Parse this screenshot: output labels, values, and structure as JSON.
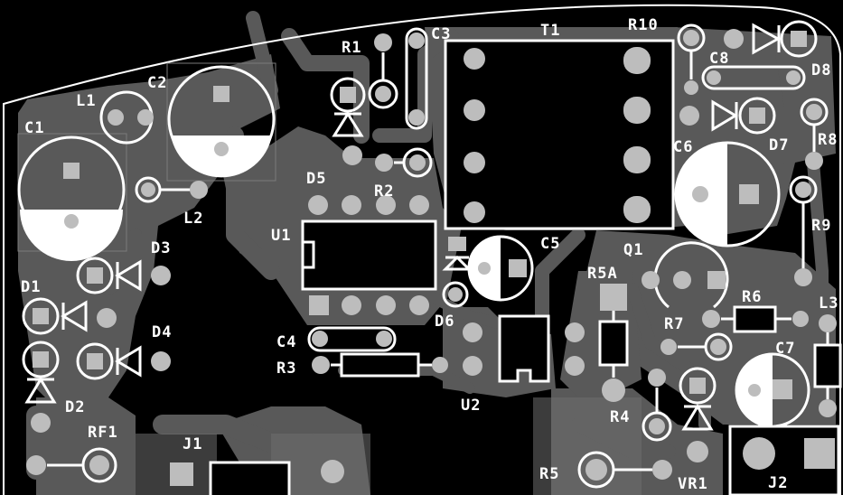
{
  "colors": {
    "background": "#000000",
    "copper": "#595959",
    "copper_light": "#6e6e6e",
    "keepout": "#7a7a7a",
    "silkscreen": "#ffffff",
    "pad": "#bdbdbd"
  },
  "designators": {
    "C1": "C1",
    "C2": "C2",
    "C3": "C3",
    "C4": "C4",
    "C5": "C5",
    "C6": "C6",
    "C7": "C7",
    "C8": "C8",
    "L1": "L1",
    "L2": "L2",
    "L3": "L3",
    "D1": "D1",
    "D2": "D2",
    "D3": "D3",
    "D4": "D4",
    "D5": "D5",
    "D6": "D6",
    "D7": "D7",
    "D8": "D8",
    "R1": "R1",
    "R2": "R2",
    "R3": "R3",
    "R4": "R4",
    "R5": "R5",
    "R5A": "R5A",
    "R6": "R6",
    "R7": "R7",
    "R8": "R8",
    "R9": "R9",
    "R10": "R10",
    "T1": "T1",
    "U1": "U1",
    "U2": "U2",
    "Q1": "Q1",
    "RF1": "RF1",
    "J1": "J1",
    "J2": "J2",
    "VR1": "VR1"
  }
}
